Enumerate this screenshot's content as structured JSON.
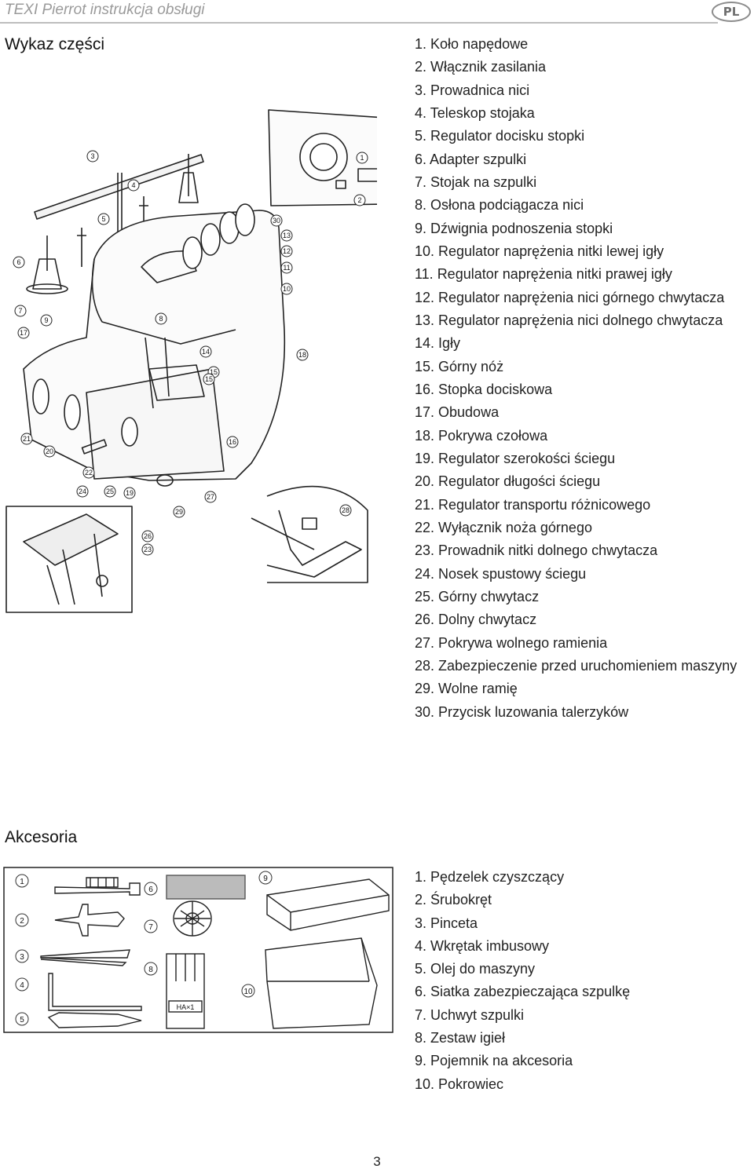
{
  "header": {
    "title": "TEXI Pierrot instrukcja obsługi",
    "lang_badge": "PL"
  },
  "parts_section": {
    "title": "Wykaz części",
    "items": [
      "1. Koło napędowe",
      "2. Włącznik zasilania",
      "3. Prowadnica nici",
      "4. Teleskop stojaka",
      "5. Regulator docisku stopki",
      "6. Adapter szpulki",
      "7. Stojak na szpulki",
      "8. Osłona podciągacza nici",
      "9. Dźwignia podnoszenia stopki",
      "10. Regulator naprężenia nitki lewej igły",
      "11. Regulator naprężenia nitki prawej igły",
      "12. Regulator naprężenia nici górnego chwytacza",
      "13. Regulator naprężenia nici dolnego chwytacza",
      "14. Igły",
      "15. Górny nóż",
      "16. Stopka dociskowa",
      "17. Obudowa",
      "18. Pokrywa czołowa",
      "19. Regulator szerokości ściegu",
      "20. Regulator długości ściegu",
      "21. Regulator transportu różnicowego",
      "22. Wyłącznik noża górnego",
      "23. Prowadnik nitki dolnego chwytacza",
      "24. Nosek spustowy ściegu",
      "25. Górny chwytacz",
      "26. Dolny chwytacz",
      "27. Pokrywa wolnego ramienia",
      "28. Zabezpieczenie przed uruchomieniem maszyny",
      "29. Wolne ramię",
      "30. Przycisk luzowania talerzyków"
    ]
  },
  "accessories_section": {
    "title": "Akcesoria",
    "items": [
      "1. Pędzelek czyszczący",
      "2. Śrubokręt",
      "3. Pinceta",
      "4. Wkrętak imbusowy",
      "5. Olej do maszyny",
      "6. Siatka zabezpieczająca szpulkę",
      "7. Uchwyt szpulki",
      "8. Zestaw igieł",
      "9. Pojemnik na akcesoria",
      "10. Pokrowiec"
    ]
  },
  "diagram_callouts": {
    "main": [
      "1",
      "2",
      "3",
      "4",
      "5",
      "6",
      "7",
      "8",
      "9",
      "10",
      "11",
      "12",
      "13",
      "14",
      "15",
      "16",
      "17",
      "18",
      "19",
      "20",
      "21",
      "22",
      "23",
      "24",
      "25",
      "26",
      "27",
      "28",
      "29",
      "30"
    ],
    "accessories": [
      "1",
      "2",
      "3",
      "4",
      "5",
      "6",
      "7",
      "8",
      "9",
      "10"
    ],
    "needle_pack_label": "HA×1"
  },
  "page_number": "3"
}
